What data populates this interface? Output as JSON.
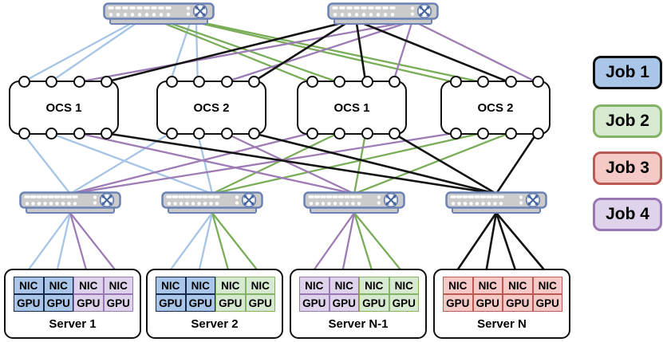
{
  "diagram": {
    "kind": "optical-network-topology"
  },
  "jobs": {
    "job1": {
      "name": "Job 1",
      "fill": "#a9c6e8",
      "cell_border": "#16294a",
      "legend_border": "#111111",
      "line": "#a6c4e6"
    },
    "job2": {
      "name": "Job 2",
      "fill": "#d7e9d1",
      "cell_border": "#84b266",
      "legend_border": "#84b266",
      "line": "#79ad58"
    },
    "job3": {
      "name": "Job 3",
      "fill": "#f5c9c5",
      "cell_border": "#bb5a55",
      "legend_border": "#bb5a55",
      "line": "#141414"
    },
    "job4": {
      "name": "Job 4",
      "fill": "#ded3ea",
      "cell_border": "#9877b5",
      "legend_border": "#9877b5",
      "line": "#9d7bb5"
    }
  },
  "legend": [
    {
      "label": "Job 1",
      "job": "job1"
    },
    {
      "label": "Job 2",
      "job": "job2"
    },
    {
      "label": "Job 3",
      "job": "job3"
    },
    {
      "label": "Job 4",
      "job": "job4"
    }
  ],
  "core_switches": [
    {
      "icon": "crossed-arrows-switch-icon"
    },
    {
      "icon": "crossed-arrows-switch-icon"
    }
  ],
  "ocs_nodes": [
    {
      "label": "OCS 1"
    },
    {
      "label": "OCS 2"
    },
    {
      "label": "OCS 1"
    },
    {
      "label": "OCS 2"
    }
  ],
  "tor_switches": [
    {
      "icon": "crossed-arrows-switch-icon"
    },
    {
      "icon": "crossed-arrows-switch-icon"
    },
    {
      "icon": "crossed-arrows-switch-icon"
    },
    {
      "icon": "crossed-arrows-switch-icon"
    }
  ],
  "servers": [
    {
      "label": "Server 1",
      "cells": [
        {
          "nic_label": "NIC",
          "gpu_label": "GPU",
          "job": "job1"
        },
        {
          "nic_label": "NIC",
          "gpu_label": "GPU",
          "job": "job1"
        },
        {
          "nic_label": "NIC",
          "gpu_label": "GPU",
          "job": "job4"
        },
        {
          "nic_label": "NIC",
          "gpu_label": "GPU",
          "job": "job4"
        }
      ]
    },
    {
      "label": "Server 2",
      "cells": [
        {
          "nic_label": "NIC",
          "gpu_label": "GPU",
          "job": "job1"
        },
        {
          "nic_label": "NIC",
          "gpu_label": "GPU",
          "job": "job1"
        },
        {
          "nic_label": "NIC",
          "gpu_label": "GPU",
          "job": "job2"
        },
        {
          "nic_label": "NIC",
          "gpu_label": "GPU",
          "job": "job2"
        }
      ]
    },
    {
      "label": "Server N-1",
      "cells": [
        {
          "nic_label": "NIC",
          "gpu_label": "GPU",
          "job": "job4"
        },
        {
          "nic_label": "NIC",
          "gpu_label": "GPU",
          "job": "job4"
        },
        {
          "nic_label": "NIC",
          "gpu_label": "GPU",
          "job": "job2"
        },
        {
          "nic_label": "NIC",
          "gpu_label": "GPU",
          "job": "job2"
        }
      ]
    },
    {
      "label": "Server N",
      "cells": [
        {
          "nic_label": "NIC",
          "gpu_label": "GPU",
          "job": "job3"
        },
        {
          "nic_label": "NIC",
          "gpu_label": "GPU",
          "job": "job3"
        },
        {
          "nic_label": "NIC",
          "gpu_label": "GPU",
          "job": "job3"
        },
        {
          "nic_label": "NIC",
          "gpu_label": "GPU",
          "job": "job3"
        }
      ]
    }
  ],
  "links": {
    "core_to_ocs": [
      {
        "core": 0,
        "ocs": 0,
        "port": 0,
        "job": "job1"
      },
      {
        "core": 0,
        "ocs": 0,
        "port": 1,
        "job": "job1"
      },
      {
        "core": 0,
        "ocs": 1,
        "port": 0,
        "job": "job1"
      },
      {
        "core": 0,
        "ocs": 1,
        "port": 1,
        "job": "job1"
      },
      {
        "core": 0,
        "ocs": 2,
        "port": 0,
        "job": "job2"
      },
      {
        "core": 0,
        "ocs": 2,
        "port": 1,
        "job": "job2"
      },
      {
        "core": 0,
        "ocs": 3,
        "port": 0,
        "job": "job2"
      },
      {
        "core": 0,
        "ocs": 3,
        "port": 1,
        "job": "job2"
      },
      {
        "core": 1,
        "ocs": 0,
        "port": 3,
        "job": "job3"
      },
      {
        "core": 1,
        "ocs": 1,
        "port": 3,
        "job": "job3"
      },
      {
        "core": 1,
        "ocs": 2,
        "port": 2,
        "job": "job3"
      },
      {
        "core": 1,
        "ocs": 3,
        "port": 2,
        "job": "job3"
      },
      {
        "core": 1,
        "ocs": 0,
        "port": 2,
        "job": "job4"
      },
      {
        "core": 1,
        "ocs": 1,
        "port": 2,
        "job": "job4"
      },
      {
        "core": 1,
        "ocs": 2,
        "port": 3,
        "job": "job4"
      },
      {
        "core": 1,
        "ocs": 3,
        "port": 3,
        "job": "job4"
      }
    ],
    "ocs_to_tor": [
      {
        "ocs": 0,
        "port": 0,
        "tor": 0,
        "job": "job1"
      },
      {
        "ocs": 1,
        "port": 0,
        "tor": 0,
        "job": "job1"
      },
      {
        "ocs": 2,
        "port": 0,
        "tor": 0,
        "job": "job4"
      },
      {
        "ocs": 3,
        "port": 0,
        "tor": 0,
        "job": "job4"
      },
      {
        "ocs": 0,
        "port": 1,
        "tor": 1,
        "job": "job1"
      },
      {
        "ocs": 1,
        "port": 1,
        "tor": 1,
        "job": "job1"
      },
      {
        "ocs": 2,
        "port": 1,
        "tor": 1,
        "job": "job2"
      },
      {
        "ocs": 3,
        "port": 1,
        "tor": 1,
        "job": "job2"
      },
      {
        "ocs": 0,
        "port": 2,
        "tor": 2,
        "job": "job4"
      },
      {
        "ocs": 1,
        "port": 2,
        "tor": 2,
        "job": "job4"
      },
      {
        "ocs": 2,
        "port": 2,
        "tor": 2,
        "job": "job2"
      },
      {
        "ocs": 3,
        "port": 2,
        "tor": 2,
        "job": "job2"
      },
      {
        "ocs": 0,
        "port": 3,
        "tor": 3,
        "job": "job3"
      },
      {
        "ocs": 1,
        "port": 3,
        "tor": 3,
        "job": "job3"
      },
      {
        "ocs": 2,
        "port": 3,
        "tor": 3,
        "job": "job3"
      },
      {
        "ocs": 3,
        "port": 3,
        "tor": 3,
        "job": "job3"
      }
    ],
    "tor_to_server": [
      {
        "tor": 0,
        "server": 0
      },
      {
        "tor": 1,
        "server": 1
      },
      {
        "tor": 2,
        "server": 2
      },
      {
        "tor": 3,
        "server": 3
      }
    ]
  }
}
